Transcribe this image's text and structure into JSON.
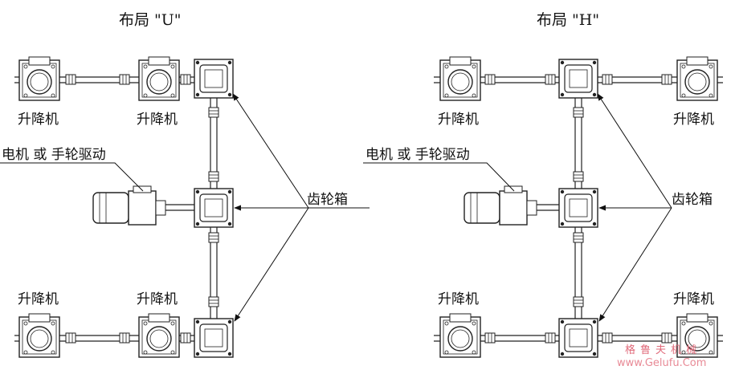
{
  "layouts": [
    {
      "title": "布局 \"U\"",
      "lifter_label": "升降机",
      "drive_label": "电机 或 手轮驱动",
      "gearbox_label": "齿轮箱"
    },
    {
      "title": "布局 \"H\"",
      "lifter_label": "升降机",
      "drive_label": "电机 或 手轮驱动",
      "gearbox_label": "齿轮箱"
    }
  ],
  "watermark": {
    "brand": "格鲁夫机械",
    "url": "www.Gelufu.Com"
  }
}
